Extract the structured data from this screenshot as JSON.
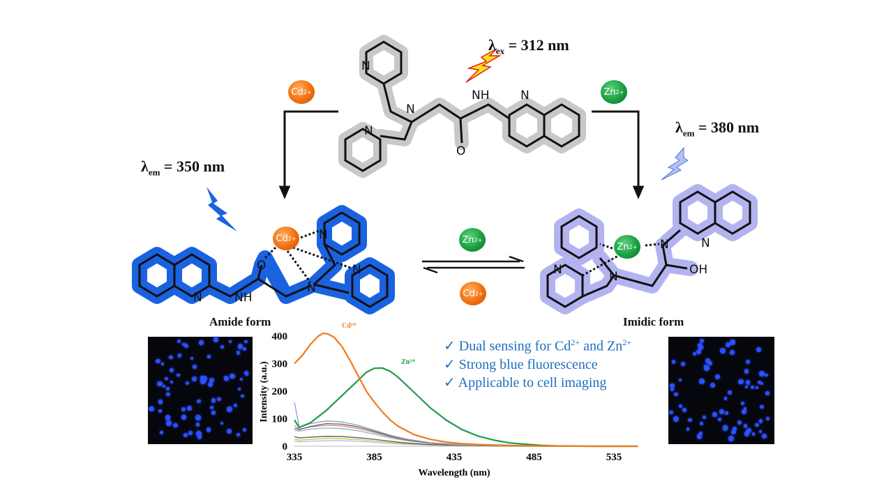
{
  "excitation": {
    "symbol": "λ",
    "sub": "ex",
    "value": "= 312 nm"
  },
  "emission_cd": {
    "symbol": "λ",
    "sub": "em",
    "value": "= 350 nm"
  },
  "emission_zn": {
    "symbol": "λ",
    "sub": "em",
    "value": "= 380 nm"
  },
  "ions": {
    "cd": "Cd",
    "zn": "Zn",
    "charge": "2+"
  },
  "forms": {
    "amide": "Amide form",
    "imidic": "Imidic form"
  },
  "atoms": {
    "n": "N",
    "nh": "NH",
    "o": "O",
    "oh": "OH"
  },
  "bullets": [
    {
      "check": "✓",
      "text": "Dual sensing for Cd",
      "sup1": "2+",
      "mid": " and Zn",
      "sup2": "2+"
    },
    {
      "check": "✓",
      "text": "Strong blue fluorescence"
    },
    {
      "check": "✓",
      "text": "Applicable to cell imaging"
    }
  ],
  "colors": {
    "cd": "#f07010",
    "zn": "#18a040",
    "amide_halo": "#1a62e0",
    "imidic_halo": "#b3b3f0",
    "ligand_halo": "#c8c8c8",
    "bullet_text": "#1f6fbf"
  },
  "chart_data": {
    "type": "line",
    "xlabel": "Wavelength (nm)",
    "ylabel": "Intensity (a.u.)",
    "xlim": [
      335,
      550
    ],
    "ylim": [
      0,
      400
    ],
    "xticks": [
      "335",
      "385",
      "435",
      "485",
      "535"
    ],
    "yticks": [
      "0",
      "100",
      "200",
      "300",
      "400"
    ],
    "grid": false,
    "series": [
      {
        "name": "Cd2+",
        "label": "Cd²⁺",
        "color": "#f07a1a",
        "x": [
          335,
          340,
          345,
          350,
          353,
          356,
          360,
          365,
          370,
          375,
          380,
          385,
          390,
          395,
          400,
          410,
          420,
          430,
          440,
          450,
          460,
          470,
          480,
          490,
          500,
          520,
          550
        ],
        "y": [
          300,
          330,
          370,
          400,
          410,
          408,
          395,
          360,
          310,
          255,
          200,
          160,
          125,
          95,
          72,
          42,
          25,
          15,
          9,
          6,
          4,
          3,
          2,
          1,
          1,
          0,
          0
        ]
      },
      {
        "name": "Zn2+",
        "label": "Zn²⁺",
        "color": "#1e9a4a",
        "x": [
          335,
          338,
          345,
          355,
          365,
          375,
          380,
          385,
          390,
          395,
          400,
          410,
          420,
          430,
          440,
          450,
          460,
          470,
          480,
          490,
          500,
          520,
          550
        ],
        "y": [
          95,
          68,
          85,
          130,
          185,
          240,
          268,
          283,
          284,
          272,
          250,
          195,
          140,
          95,
          60,
          37,
          22,
          12,
          7,
          3,
          1,
          0,
          0
        ]
      },
      {
        "name": "other1",
        "label": "",
        "color": "#8aa0c8",
        "x": [
          335,
          338,
          345,
          355,
          365,
          375,
          385,
          395,
          405,
          420,
          440,
          460,
          480,
          550
        ],
        "y": [
          160,
          70,
          82,
          92,
          88,
          76,
          58,
          40,
          26,
          13,
          5,
          2,
          1,
          0
        ]
      },
      {
        "name": "other2",
        "label": "",
        "color": "#6a5a5a",
        "x": [
          335,
          338,
          345,
          355,
          365,
          375,
          385,
          395,
          405,
          420,
          440,
          460,
          480,
          550
        ],
        "y": [
          65,
          60,
          72,
          82,
          80,
          70,
          54,
          37,
          24,
          12,
          5,
          2,
          1,
          0
        ]
      },
      {
        "name": "other3",
        "label": "",
        "color": "#d09070",
        "x": [
          335,
          338,
          345,
          355,
          365,
          375,
          385,
          395,
          405,
          420,
          440,
          460,
          480,
          550
        ],
        "y": [
          75,
          62,
          70,
          76,
          74,
          64,
          50,
          34,
          22,
          11,
          4,
          2,
          1,
          0
        ]
      },
      {
        "name": "other4",
        "label": "",
        "color": "#90b0d0",
        "x": [
          335,
          338,
          345,
          355,
          365,
          375,
          385,
          395,
          405,
          420,
          440,
          460,
          480,
          550
        ],
        "y": [
          58,
          55,
          62,
          66,
          64,
          56,
          44,
          30,
          20,
          10,
          4,
          2,
          1,
          0
        ]
      },
      {
        "name": "other5",
        "label": "",
        "color": "#555555",
        "x": [
          335,
          338,
          345,
          355,
          365,
          375,
          385,
          395,
          405,
          420,
          440,
          460,
          480,
          550
        ],
        "y": [
          35,
          30,
          33,
          36,
          35,
          31,
          25,
          18,
          12,
          6,
          3,
          1,
          0,
          0
        ]
      },
      {
        "name": "other6",
        "label": "",
        "color": "#d8c040",
        "x": [
          335,
          338,
          345,
          355,
          365,
          375,
          385,
          395,
          405,
          420,
          440,
          460,
          480,
          550
        ],
        "y": [
          25,
          22,
          25,
          28,
          27,
          24,
          19,
          14,
          9,
          5,
          2,
          1,
          0,
          0
        ]
      },
      {
        "name": "other7",
        "label": "",
        "color": "#a0c0e0",
        "x": [
          335,
          338,
          345,
          355,
          365,
          375,
          385,
          395,
          405,
          420,
          440,
          460,
          480,
          550
        ],
        "y": [
          18,
          16,
          18,
          20,
          20,
          18,
          14,
          10,
          7,
          4,
          2,
          1,
          0,
          0
        ]
      }
    ]
  }
}
